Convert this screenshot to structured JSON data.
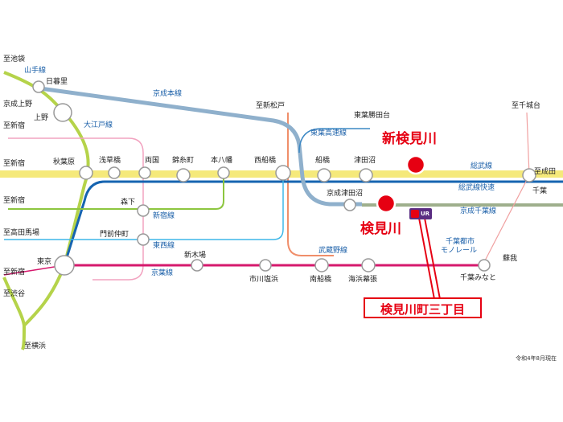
{
  "colors": {
    "sobu_yellow": "#f5e97a",
    "yamanote_green": "#b5d34a",
    "keisei_main": "#8fb0cc",
    "tozai_cyan": "#3fb7e8",
    "sobu_rapid": "#1664b0",
    "keiyo_magenta": "#d6196d",
    "musashino": "#f08e6a",
    "shinjuku_green": "#8dc63f",
    "oedo_pink": "#f2a3c0",
    "keisei_chiba": "#9eaf8c",
    "toyo": "#3c88c4",
    "monorail": "#f0a0a0",
    "highlight_red": "#e60012"
  },
  "stations": {
    "nippori": "日暮里",
    "keisei_ueno": "京成上野",
    "ueno": "上野",
    "akihabara": "秋葉原",
    "asakusabashi": "浅草橋",
    "ryogoku": "両国",
    "kinshicho": "錦糸町",
    "motoyawata": "本八幡",
    "nishifunabashi": "西船橋",
    "funabashi": "船橋",
    "tsudanuma": "津田沼",
    "keisei_tsudanuma": "京成津田沼",
    "toyo_katsutadai": "東葉勝田台",
    "chiba": "千葉",
    "morishita": "森下",
    "monzen_nakacho": "門前仲町",
    "tokyo": "東京",
    "shinkiba": "新木場",
    "ichikawa_shiohama": "市川塩浜",
    "minami_funabashi": "南船橋",
    "kaihin_makuhari": "海浜幕張",
    "chiba_minato": "千葉みなと",
    "soga": "蘇我"
  },
  "directions": {
    "ikebukuro": "至池袋",
    "shinjuku_1": "至新宿",
    "shinjuku_2": "至新宿",
    "shinjuku_3": "至新宿",
    "shinjuku_4": "至新宿",
    "takadanobaba": "至高田馬場",
    "shibuya": "至渋谷",
    "yokohama": "至横浜",
    "shinmatsudo": "至新松戸",
    "chishirodai": "至千城台",
    "narita": "至成田"
  },
  "lines": {
    "yamanote": "山手線",
    "keisei_main": "京成本線",
    "oedo": "大江戸線",
    "shinjuku": "新宿線",
    "tozai": "東西線",
    "keiyo": "京葉線",
    "musashino": "武蔵野線",
    "toyo_rapid": "東葉高速線",
    "sobu": "総武線",
    "sobu_rapid": "総武線快速",
    "keisei_chiba": "京成千葉線",
    "monorail_1": "千葉都市",
    "monorail_2": "モノレール"
  },
  "highlights": {
    "shin_kemigawa": "新検見川",
    "kemigawa": "検見川",
    "kemigawa_3chome": "検見川町三丁目",
    "ur_label": "UR"
  },
  "note": "令和4年8月現在"
}
